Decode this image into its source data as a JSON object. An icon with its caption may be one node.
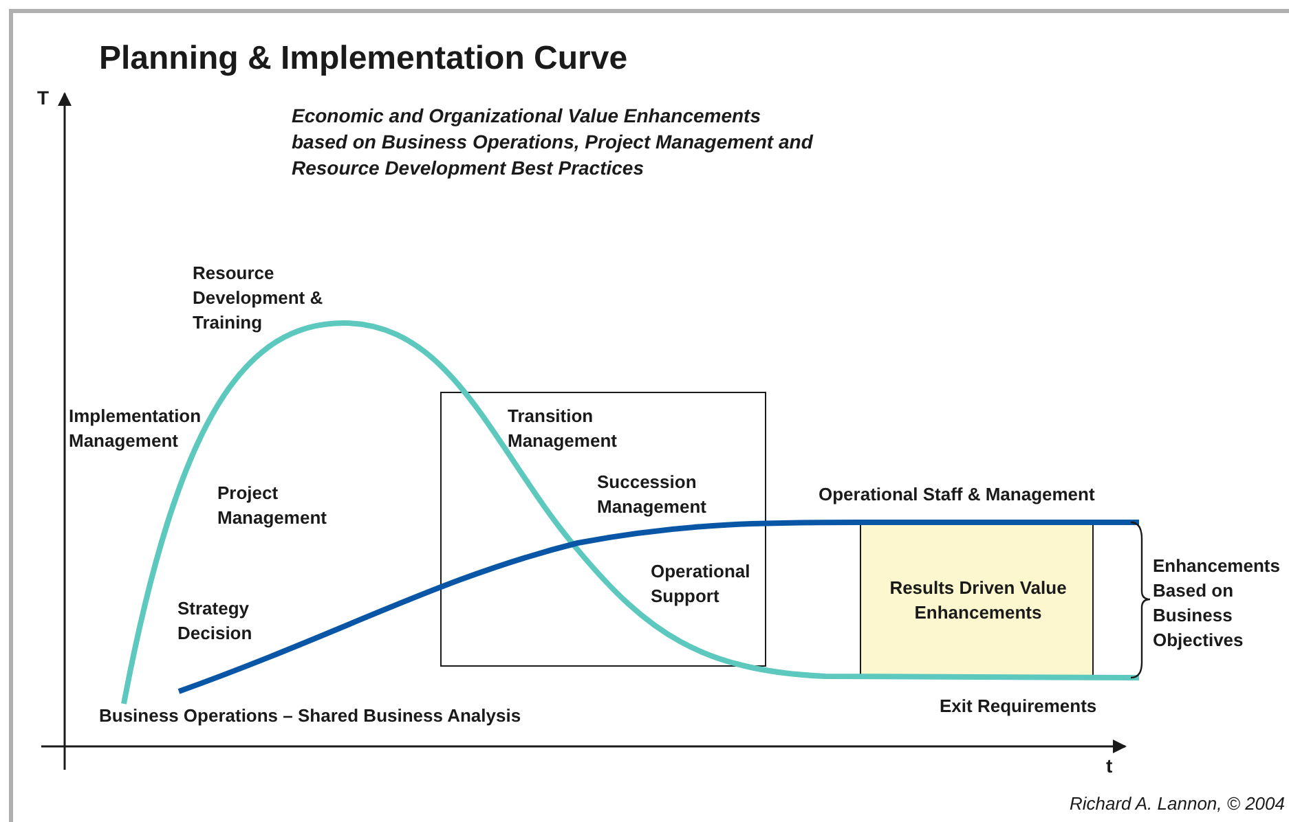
{
  "diagram": {
    "title": "Planning & Implementation Curve",
    "caption": "Richard A. Lannon, © 2004",
    "nodes": [
      {
        "text": [
          "Transition Management",
          "Succession Management",
          "Operational Support"
        ]
      },
      {
        "text": [
          "Results Driven Value Enhancements"
        ]
      }
    ],
    "edges": [],
    "labels": [
      "Economic and Organizational Value Enhancements based on Business Operations, Project Management and Resource Development Best Practices",
      "T",
      "Resource Development & Training",
      "Implementation Management",
      "Project Management",
      "Operational Staff & Management",
      "Enhancements Based on Business Objectives",
      "Strategy Decision",
      "Business Operations – Shared Business Analysis",
      "Exit Requirements",
      "t"
    ]
  }
}
